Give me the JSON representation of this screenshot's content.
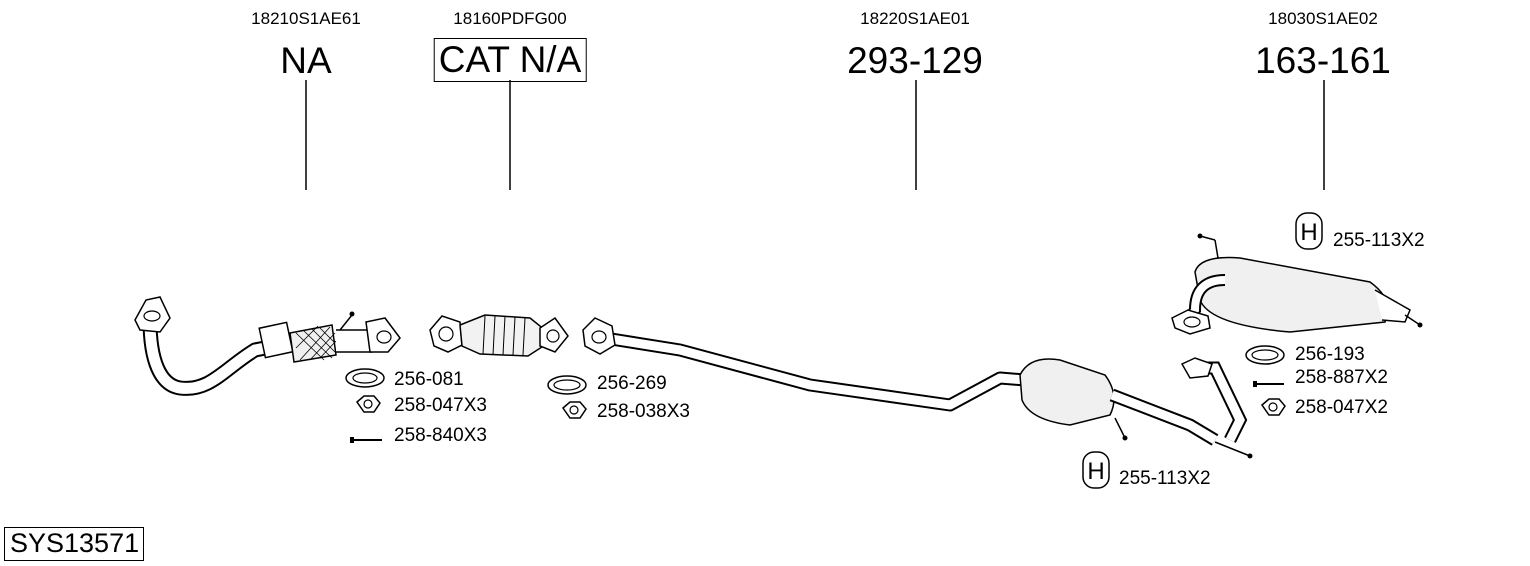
{
  "sections": [
    {
      "oem": "18210S1AE61",
      "part": "NA",
      "boxed": false
    },
    {
      "oem": "18160PDFG00",
      "part": "CAT N/A",
      "boxed": true
    },
    {
      "oem": "18220S1AE01",
      "part": "293-129",
      "boxed": false
    },
    {
      "oem": "18030S1AE02",
      "part": "163-161",
      "boxed": false
    }
  ],
  "fittings": [
    {
      "label": "256-081",
      "icon": "gasket-ring-icon"
    },
    {
      "label": "258-047X3",
      "icon": "hex-nut-icon"
    },
    {
      "label": "258-840X3",
      "icon": "bolt-icon"
    },
    {
      "label": "256-269",
      "icon": "gasket-ring-icon"
    },
    {
      "label": "258-038X3",
      "icon": "hex-nut-icon"
    },
    {
      "label": "255-113X2",
      "icon": "rubber-hanger-icon"
    },
    {
      "label": "256-193",
      "icon": "gasket-ring-icon"
    },
    {
      "label": "258-887X2",
      "icon": "bolt-icon"
    },
    {
      "label": "258-047X2",
      "icon": "hex-nut-icon"
    },
    {
      "label": "255-113X2",
      "icon": "rubber-hanger-icon"
    }
  ],
  "system_id": "SYS13571"
}
